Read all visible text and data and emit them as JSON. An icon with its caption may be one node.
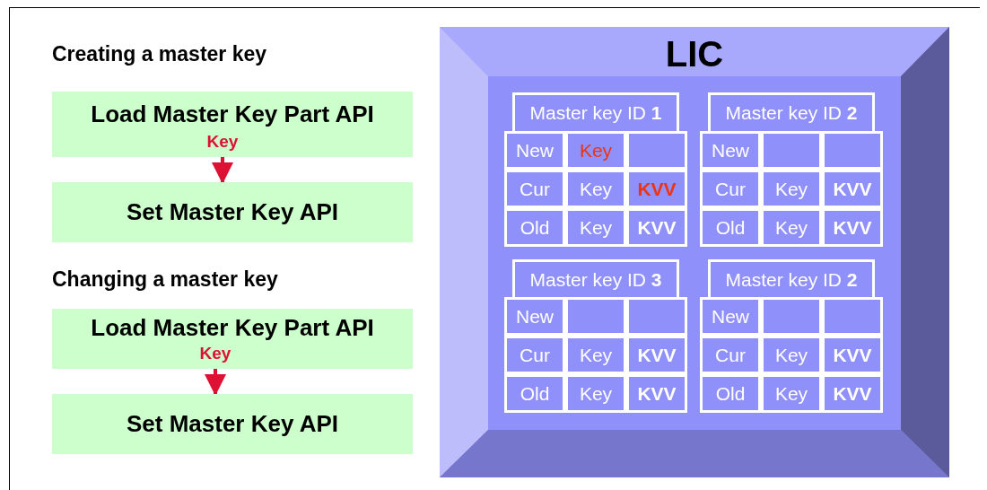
{
  "diagram": {
    "nodes": [
      {
        "text": [
          "Load Master Key Part API"
        ]
      },
      {
        "text": [
          "Set Master Key API"
        ]
      },
      {
        "text": [
          "Load Master Key Part API"
        ]
      },
      {
        "text": [
          "Set Master Key API"
        ]
      },
      {
        "text": [
          "LIC"
        ]
      },
      {
        "text": [
          "Master key ID **1**"
        ],
        "in": 4
      },
      {
        "text": [
          "New"
        ],
        "in": 4
      },
      {
        "text": [
          "Key"
        ],
        "in": 4
      },
      {
        "text": [],
        "shape": "box",
        "in": 4
      },
      {
        "text": [
          "Cur"
        ],
        "in": 4
      },
      {
        "text": [
          "Key"
        ],
        "in": 4
      },
      {
        "text": [
          "KVV"
        ],
        "in": 4
      },
      {
        "text": [
          "Old"
        ],
        "in": 4
      },
      {
        "text": [
          "Key"
        ],
        "in": 4
      },
      {
        "text": [
          "KVV"
        ],
        "in": 4
      },
      {
        "text": [
          "Master key ID **2**"
        ],
        "in": 4
      },
      {
        "text": [
          "New"
        ],
        "in": 4
      },
      {
        "text": [],
        "shape": "box",
        "in": 4
      },
      {
        "text": [],
        "shape": "box",
        "in": 4
      },
      {
        "text": [
          "Cur"
        ],
        "in": 4
      },
      {
        "text": [
          "Key"
        ],
        "in": 4
      },
      {
        "text": [
          "KVV"
        ],
        "in": 4
      },
      {
        "text": [
          "Old"
        ],
        "in": 4
      },
      {
        "text": [
          "Key"
        ],
        "in": 4
      },
      {
        "text": [
          "KVV"
        ],
        "in": 4
      },
      {
        "text": [
          "Master key ID **3**"
        ],
        "in": 4
      },
      {
        "text": [
          "New"
        ],
        "in": 4
      },
      {
        "text": [],
        "shape": "box",
        "in": 4
      },
      {
        "text": [],
        "shape": "box",
        "in": 4
      },
      {
        "text": [
          "Cur"
        ],
        "in": 4
      },
      {
        "text": [
          "Key"
        ],
        "in": 4
      },
      {
        "text": [
          "KVV"
        ],
        "in": 4
      },
      {
        "text": [
          "Old"
        ],
        "in": 4
      },
      {
        "text": [
          "Key"
        ],
        "in": 4
      },
      {
        "text": [
          "KVV"
        ],
        "in": 4
      },
      {
        "text": [
          "Master key ID **2**"
        ],
        "in": 4
      },
      {
        "text": [
          "New"
        ],
        "in": 4
      },
      {
        "text": [],
        "shape": "box",
        "in": 4
      },
      {
        "text": [],
        "shape": "box",
        "in": 4
      },
      {
        "text": [
          "Cur"
        ],
        "in": 4
      },
      {
        "text": [
          "Key"
        ],
        "in": 4
      },
      {
        "text": [
          "KVV"
        ],
        "in": 4
      },
      {
        "text": [
          "Old"
        ],
        "in": 4
      },
      {
        "text": [
          "Key"
        ],
        "in": 4
      },
      {
        "text": [
          "KVV"
        ],
        "in": 4
      }
    ],
    "edges": [
      {
        "from": 0,
        "to": 1,
        "arrow": "to",
        "label": "Key"
      },
      {
        "from": 2,
        "to": 3,
        "arrow": "to",
        "label": "Key"
      }
    ],
    "labels": [
      "Creating a master key",
      "Changing a master key"
    ]
  }
}
